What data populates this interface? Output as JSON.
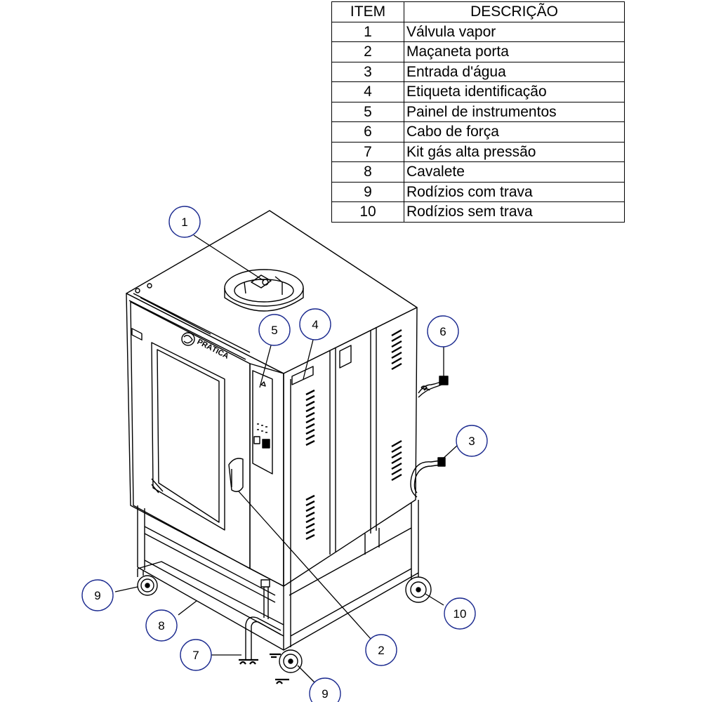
{
  "table": {
    "header": {
      "item": "ITEM",
      "description": "DESCRIÇÃO"
    },
    "rows": [
      {
        "item": "1",
        "description": "Válvula vapor"
      },
      {
        "item": "2",
        "description": "Maçaneta porta"
      },
      {
        "item": "3",
        "description": "Entrada d'água"
      },
      {
        "item": "4",
        "description": "Etiqueta identificação"
      },
      {
        "item": "5",
        "description": "Painel de instrumentos"
      },
      {
        "item": "6",
        "description": "Cabo de força"
      },
      {
        "item": "7",
        "description": "Kit gás alta pressão"
      },
      {
        "item": "8",
        "description": "Cavalete"
      },
      {
        "item": "9",
        "description": "Rodízios com trava"
      },
      {
        "item": "10",
        "description": "Rodízios sem trava"
      }
    ]
  },
  "callouts": [
    {
      "label": "1",
      "part": "Válvula vapor"
    },
    {
      "label": "2",
      "part": "Maçaneta porta"
    },
    {
      "label": "3",
      "part": "Entrada d'água"
    },
    {
      "label": "4",
      "part": "Etiqueta identificação"
    },
    {
      "label": "5",
      "part": "Painel de instrumentos"
    },
    {
      "label": "6",
      "part": "Cabo de força"
    },
    {
      "label": "7",
      "part": "Kit gás alta pressão"
    },
    {
      "label": "8",
      "part": "Cavalete"
    },
    {
      "label": "9",
      "part": "Rodízios com trava"
    },
    {
      "label": "10",
      "part": "Rodízios sem trava"
    },
    {
      "label": "9",
      "part": "Rodízios com trava"
    }
  ],
  "brand_logo_text": "PRÁTICA",
  "colors": {
    "line": "#000000",
    "callout": "#1b2a8f",
    "background": "#ffffff"
  }
}
